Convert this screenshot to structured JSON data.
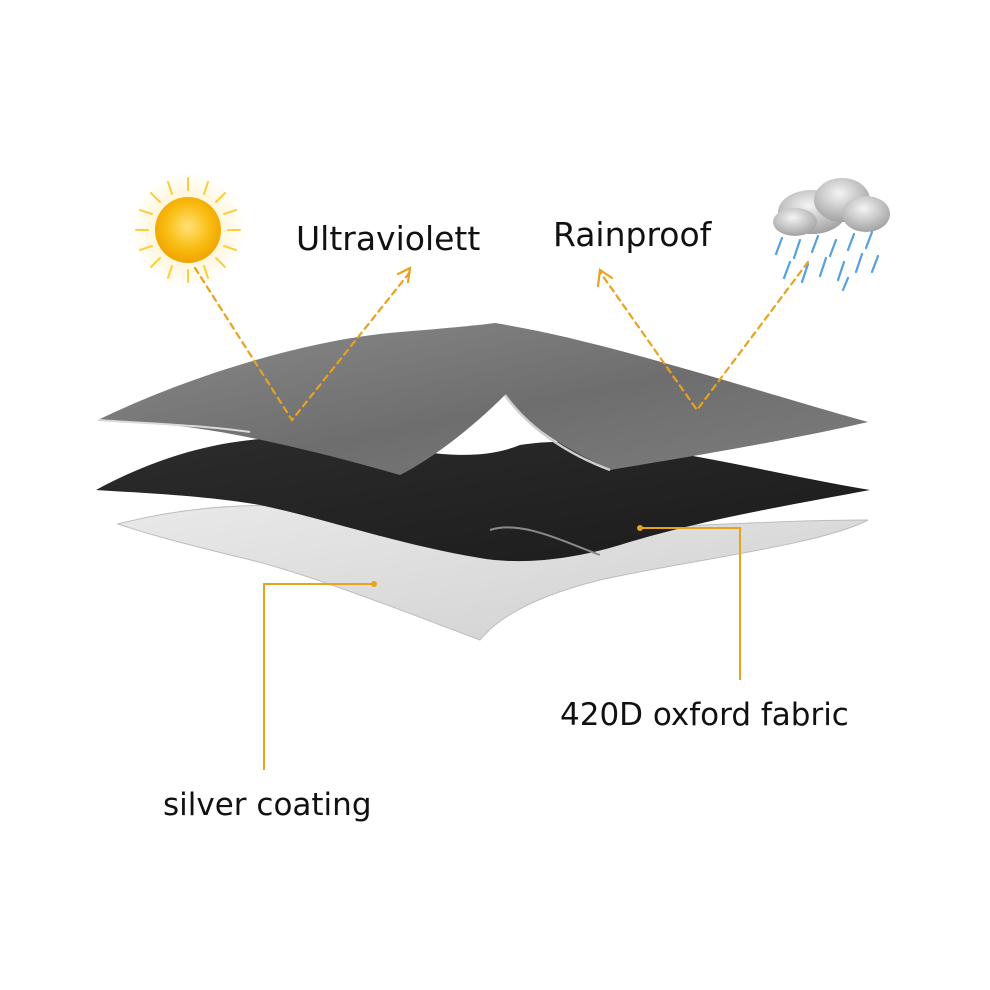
{
  "labels": {
    "ultraviolet": "Ultraviolett",
    "rainproof": "Rainproof",
    "fabric": "420D oxford fabric",
    "coating": "silver coating"
  },
  "icons": {
    "sun": "sun-icon",
    "rain": "rain-cloud-icon"
  },
  "colors": {
    "leader_line": "#e8a21e",
    "sun_core": "#f7b500",
    "sun_rays": "#ffd04a",
    "top_layer": "#808080",
    "middle_layer": "#2a2a2a",
    "bottom_layer": "#dcdcdc",
    "rain_drops": "#3a8fd8",
    "cloud": "#bdbdbd"
  }
}
